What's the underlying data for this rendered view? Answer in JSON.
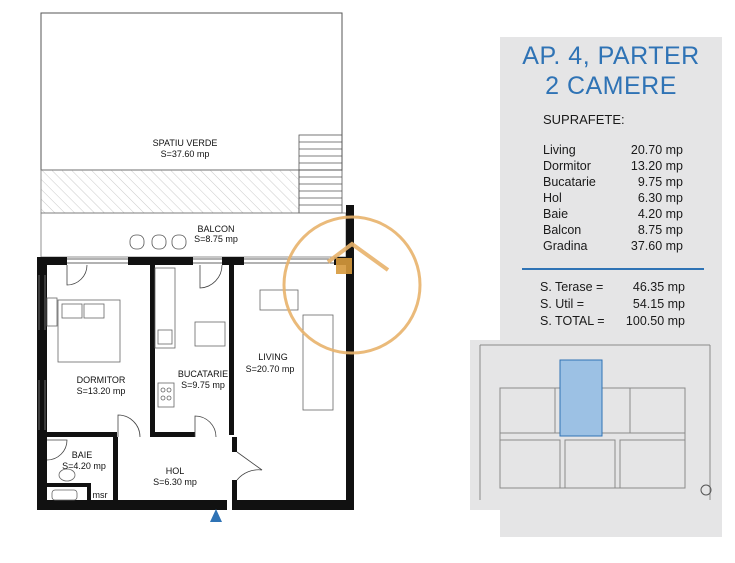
{
  "plan": {
    "rooms": [
      {
        "id": "spatiu-verde",
        "name": "SPATIU VERDE",
        "area": "S=37.60 mp"
      },
      {
        "id": "balcon",
        "name": "BALCON",
        "area": "S=8.75 mp"
      },
      {
        "id": "dormitor",
        "name": "DORMITOR",
        "area": "S=13.20 mp"
      },
      {
        "id": "bucatarie",
        "name": "BUCATARIE",
        "area": "S=9.75 mp"
      },
      {
        "id": "living",
        "name": "LIVING",
        "area": "S=20.70 mp"
      },
      {
        "id": "baie",
        "name": "BAIE",
        "area": "S=4.20 mp"
      },
      {
        "id": "hol",
        "name": "HOL",
        "area": "S=6.30 mp"
      }
    ],
    "msr_label": "msr",
    "entrance_color": "#2f73b5"
  },
  "info": {
    "title_line1": "AP. 4, PARTER",
    "title_line2": "2 CAMERE",
    "surfaces_heading": "SUPRAFETE:",
    "surfaces": [
      {
        "label": "Living",
        "value": "20.70 mp"
      },
      {
        "label": "Dormitor",
        "value": "13.20 mp"
      },
      {
        "label": "Bucatarie",
        "value": "9.75 mp"
      },
      {
        "label": "Hol",
        "value": "6.30 mp"
      },
      {
        "label": "Baie",
        "value": "4.20 mp"
      },
      {
        "label": "Balcon",
        "value": "8.75 mp"
      },
      {
        "label": "Gradina",
        "value": "37.60 mp"
      }
    ],
    "totals": [
      {
        "label": "S. Terase =",
        "value": "46.35 mp"
      },
      {
        "label": "S. Util =",
        "value": "54.15 mp"
      },
      {
        "label": "S. TOTAL =",
        "value": "100.50 mp"
      }
    ],
    "accent_color": "#2f73b5",
    "panel_color": "#e5e5e6",
    "highlight_color": "#9cc1e4"
  }
}
